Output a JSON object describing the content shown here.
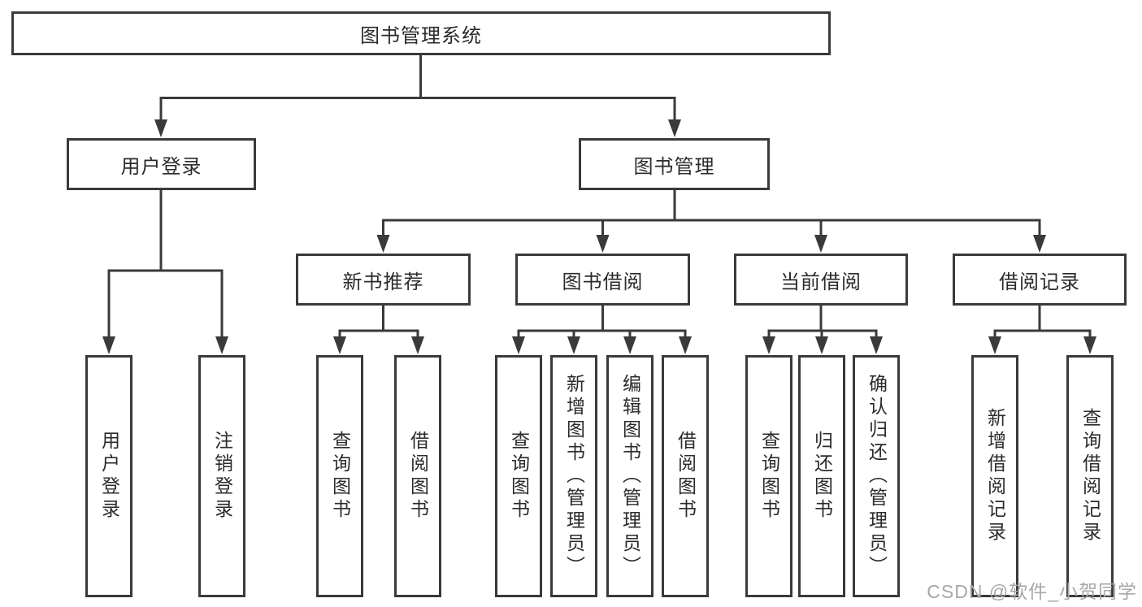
{
  "tree": {
    "label": "图书管理系统",
    "children": [
      {
        "label": "用户登录",
        "children": [
          {
            "label": "用户登录"
          },
          {
            "label": "注销登录"
          }
        ]
      },
      {
        "label": "图书管理",
        "children": [
          {
            "label": "新书推荐",
            "children": [
              {
                "label": "查询图书"
              },
              {
                "label": "借阅图书"
              }
            ]
          },
          {
            "label": "图书借阅",
            "children": [
              {
                "label": "查询图书"
              },
              {
                "label": "新增图书（管理员）"
              },
              {
                "label": "编辑图书（管理员）"
              },
              {
                "label": "借阅图书"
              }
            ]
          },
          {
            "label": "当前借阅",
            "children": [
              {
                "label": "查询图书"
              },
              {
                "label": "归还图书"
              },
              {
                "label": "确认归还（管理员）"
              }
            ]
          },
          {
            "label": "借阅记录",
            "children": [
              {
                "label": "新增借阅记录"
              },
              {
                "label": "查询借阅记录"
              }
            ]
          }
        ]
      }
    ]
  },
  "watermark": {
    "text": "CSDN @软件_小贺同学"
  },
  "colors": {
    "line": "#3a3a3a",
    "box_border": "#3a3a3a",
    "text": "#2b2b2b",
    "watermark": "#a8a8a8",
    "background": "#ffffff"
  }
}
